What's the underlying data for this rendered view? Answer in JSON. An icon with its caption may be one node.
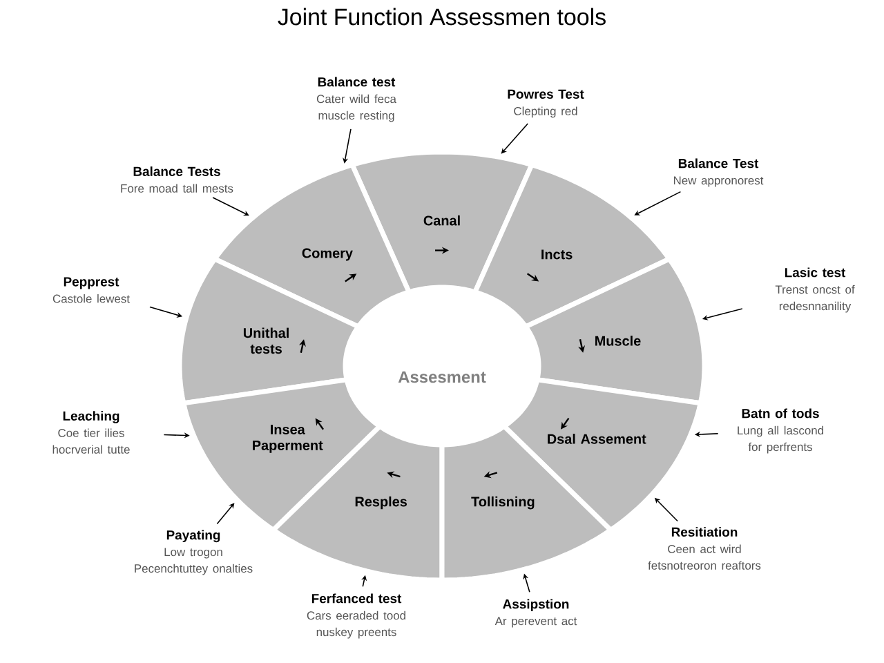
{
  "diagram": {
    "title": "Joint Function Assessmen tools",
    "nodes": [
      {
        "text": [
          "Balance test",
          "Cater wild feca muscle resting"
        ]
      },
      {
        "text": [
          "Powres Test",
          "Clepting red"
        ]
      },
      {
        "text": [
          "Balance Tests",
          "Fore moad tall mests"
        ]
      },
      {
        "text": [
          "Canal"
        ]
      },
      {
        "text": [
          "Balance Test",
          "New appronorest"
        ]
      },
      {
        "text": [
          "Comery"
        ]
      },
      {
        "text": [
          "Incts"
        ]
      },
      {
        "text": [
          "Pepprest",
          "Castole lewest"
        ]
      },
      {
        "text": [
          "Unithal tests"
        ]
      },
      {
        "text": [
          "Assesment"
        ]
      },
      {
        "text": [
          "Muscle"
        ]
      },
      {
        "text": [
          "Lasic test",
          "Trenst oncst of redesnnanility"
        ]
      },
      {
        "text": [
          "Leaching",
          "Coe tier ilies hocrverial tutte"
        ]
      },
      {
        "text": [
          "Insea Paperment"
        ]
      },
      {
        "text": [
          "Dsal Assement"
        ]
      },
      {
        "text": [
          "Batn of tods",
          "Lung all lascond for perfrents"
        ]
      },
      {
        "text": [
          "Resples"
        ]
      },
      {
        "text": [
          "Tollisning"
        ]
      },
      {
        "text": [
          "Payating",
          "Low trogon Pecenchtuttey onalties"
        ]
      },
      {
        "text": [
          "Resitiation",
          "Ceen act wird fetsnotreoron reaftors"
        ]
      },
      {
        "text": [
          "Ferfanced test",
          "Cars eeraded tood nuskey preents"
        ]
      },
      {
        "text": [
          "Assipstion",
          "Ar perevent act"
        ]
      }
    ],
    "edges": [
      {
        "from": 0,
        "to": 5,
        "arrow": "to"
      },
      {
        "from": 1,
        "to": 3,
        "arrow": "to"
      },
      {
        "from": 2,
        "to": 5,
        "arrow": "to"
      },
      {
        "from": 4,
        "to": 6,
        "arrow": "to"
      },
      {
        "from": 7,
        "to": 8,
        "arrow": "to"
      },
      {
        "from": 11,
        "to": 10,
        "arrow": "to"
      },
      {
        "from": 12,
        "to": 13,
        "arrow": "to"
      },
      {
        "from": 15,
        "to": 14,
        "arrow": "to"
      },
      {
        "from": 18,
        "to": 13,
        "arrow": "to"
      },
      {
        "from": 19,
        "to": 14,
        "arrow": "to"
      },
      {
        "from": 20,
        "to": 16,
        "arrow": "to"
      },
      {
        "from": 21,
        "to": 17,
        "arrow": "to"
      }
    ]
  }
}
